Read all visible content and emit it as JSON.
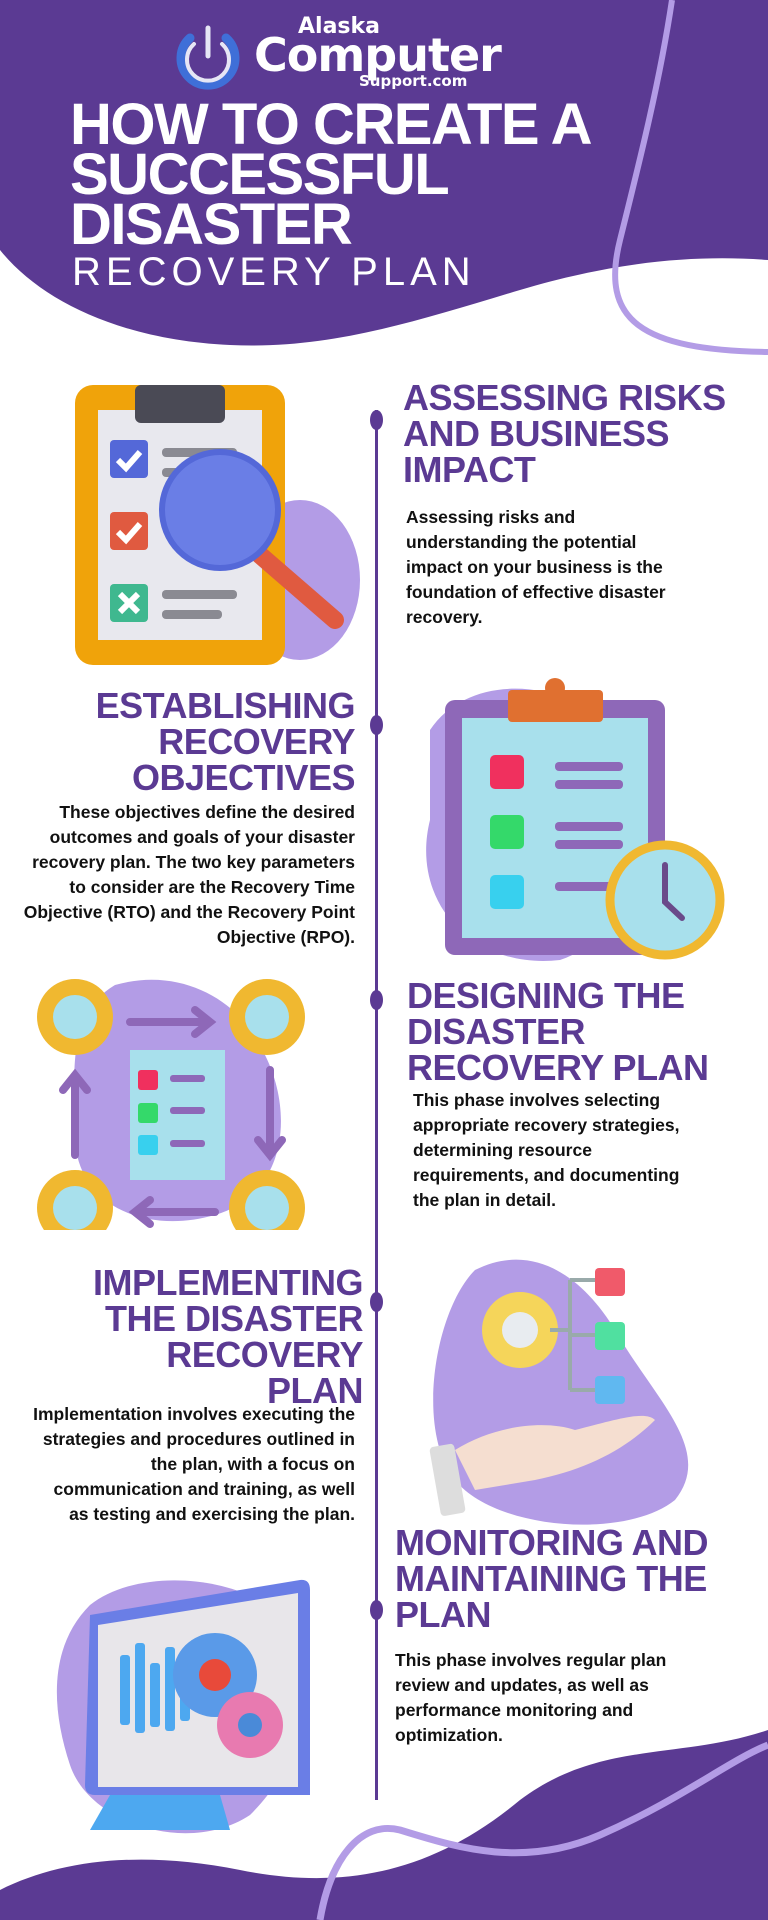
{
  "brand": {
    "line1": "Alaska",
    "line2": "Computer",
    "line3": "Support.com",
    "colors": {
      "purple": "#5b3a93",
      "lavender": "#b39ce6",
      "white": "#ffffff",
      "blue": "#3f6fd8"
    }
  },
  "header": {
    "title_lines": [
      "HOW TO CREATE A",
      "SUCCESSFUL",
      "DISASTER"
    ],
    "subtitle": "RECOVERY PLAN"
  },
  "sections": [
    {
      "heading_lines": [
        "ASSESSING RISKS",
        "AND BUSINESS",
        "IMPACT"
      ],
      "body": "Assessing risks and understanding the potential impact on your business is the foundation of effective disaster recovery.",
      "icon": "clipboard-magnifier-icon"
    },
    {
      "heading_lines": [
        "ESTABLISHING",
        "RECOVERY",
        "OBJECTIVES"
      ],
      "body": "These objectives define the desired outcomes and goals of your disaster recovery plan. The two key parameters to consider are the Recovery Time Objective (RTO) and the Recovery Point Objective (RPO).",
      "icon": "clipboard-clock-icon"
    },
    {
      "heading_lines": [
        "DESIGNING THE",
        "DISASTER",
        "RECOVERY PLAN"
      ],
      "body": "This phase involves selecting appropriate recovery strategies, determining resource requirements, and documenting the plan in detail.",
      "icon": "document-gears-cycle-icon"
    },
    {
      "heading_lines": [
        "IMPLEMENTING",
        "THE DISASTER",
        "RECOVERY",
        "PLAN"
      ],
      "body": "Implementation involves executing the strategies and procedures outlined in the plan, with a focus on communication and training, as well as testing and exercising the plan.",
      "icon": "hand-gear-hierarchy-icon"
    },
    {
      "heading_lines": [
        "MONITORING AND",
        "MAINTAINING THE",
        "PLAN"
      ],
      "body": "This phase involves regular plan review and updates, as well as performance monitoring and optimization.",
      "icon": "monitor-gears-chart-icon"
    }
  ]
}
